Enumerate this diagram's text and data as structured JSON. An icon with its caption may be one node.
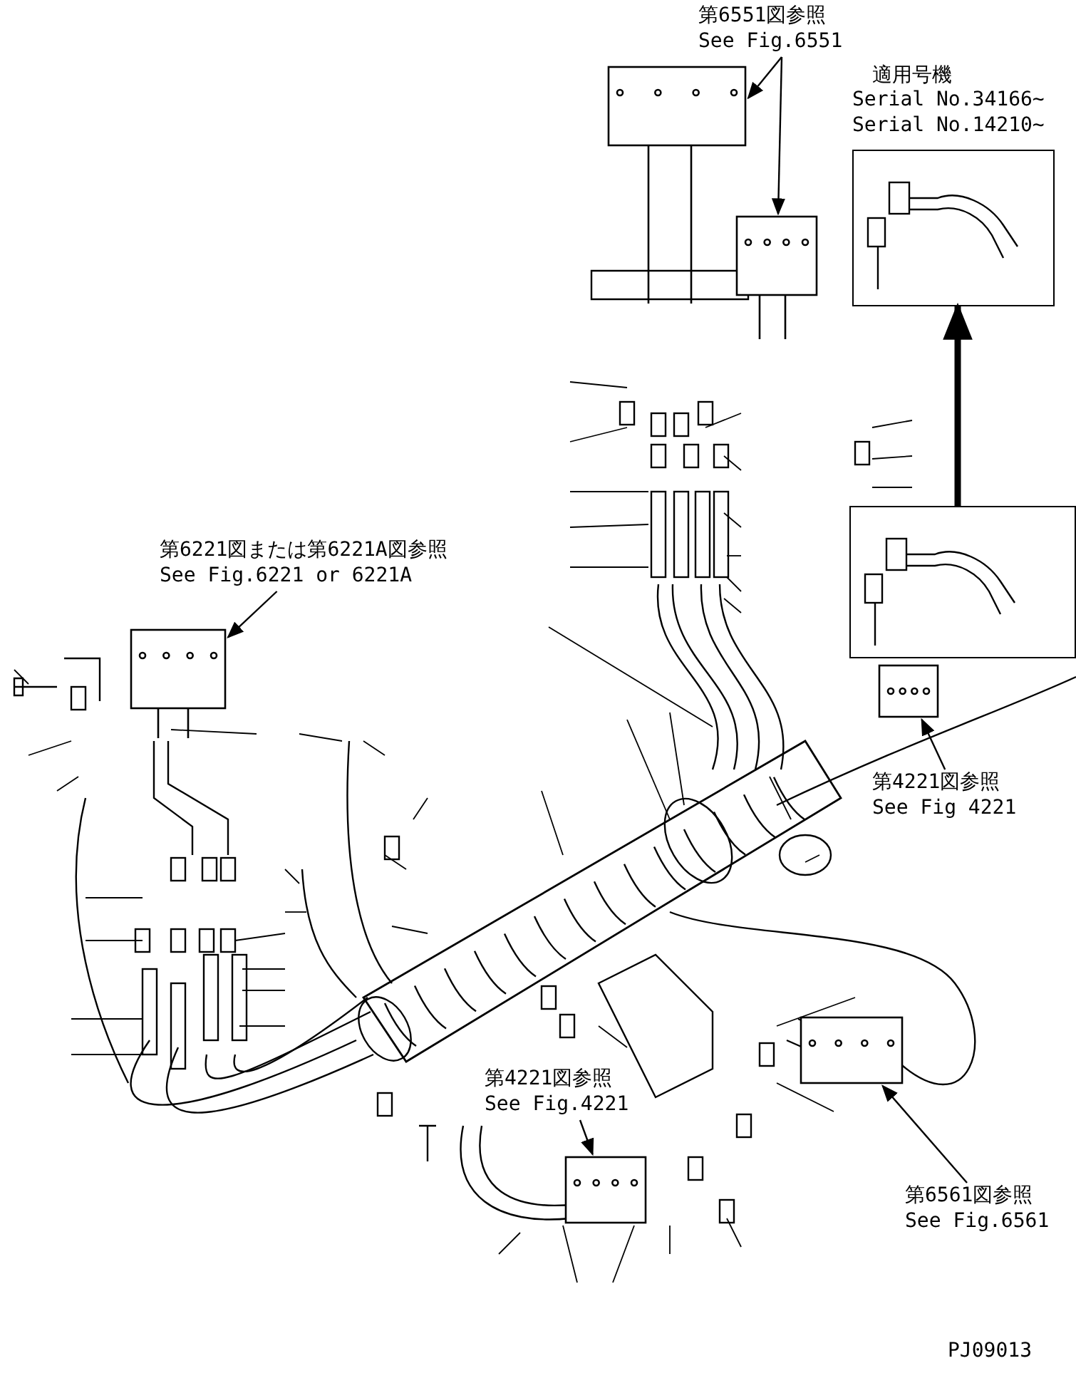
{
  "diagram": {
    "nodes": [
      {
        "text": [
          "第6551図参照",
          "See Fig.6551"
        ]
      },
      {
        "text": [],
        "shape": "picture"
      },
      {
        "text": [],
        "shape": "picture"
      },
      {
        "text": [],
        "shape": "box"
      },
      {
        "text": [],
        "shape": "box"
      },
      {
        "text": [
          "第6221図または第6221A図参照",
          "See Fig.6221 or 6221A"
        ]
      },
      {
        "text": [],
        "shape": "picture"
      },
      {
        "text": [
          "第4221図参照",
          "See Fig 4221"
        ]
      },
      {
        "text": [],
        "shape": "picture"
      },
      {
        "text": [
          "第4221図参照",
          "See Fig.4221"
        ]
      },
      {
        "text": [],
        "shape": "picture"
      },
      {
        "text": [
          "第6561図参照",
          "See Fig.6561"
        ]
      },
      {
        "text": [],
        "shape": "picture"
      }
    ],
    "edges": [
      {
        "from": 0,
        "to": 1,
        "arrow": "to"
      },
      {
        "from": 0,
        "to": 2,
        "arrow": "to"
      },
      {
        "from": 4,
        "to": 3,
        "arrow": "to",
        "style": "thick"
      },
      {
        "from": 5,
        "to": 6,
        "arrow": "to"
      },
      {
        "from": 7,
        "to": 8,
        "arrow": "to"
      },
      {
        "from": 9,
        "to": 10,
        "arrow": "to"
      },
      {
        "from": 11,
        "to": 12,
        "arrow": "to"
      }
    ],
    "labels": [
      "適用号機",
      "Serial No.34166~",
      "Serial No.14210~",
      "PJ09013"
    ]
  }
}
